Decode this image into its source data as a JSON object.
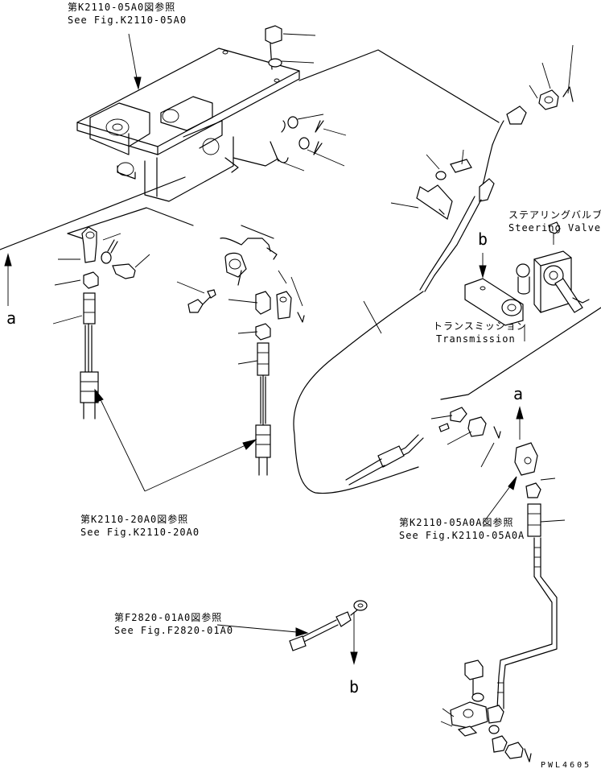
{
  "references": {
    "top_ref": {
      "jp": "第K2110-05A0図参照",
      "en": "See Fig.K2110-05A0"
    },
    "mid_ref": {
      "jp": "第K2110-20A0図参照",
      "en": "See Fig.K2110-20A0"
    },
    "right_ref": {
      "jp": "第K2110-05A0A図参照",
      "en": "See Fig.K2110-05A0A"
    },
    "bottom_ref": {
      "jp": "第F2820-01A0図参照",
      "en": "See Fig.F2820-01A0"
    }
  },
  "components": {
    "steering_valve": {
      "jp": "ステアリングバルブ",
      "en": "Steering Valve"
    },
    "transmission": {
      "jp": "トランスミッション",
      "en": "Transmission"
    }
  },
  "connectors": {
    "a_left": "a",
    "a_right": "a",
    "b_bottom": "b",
    "b_right": "b"
  },
  "drawing_code": "PWL4605"
}
